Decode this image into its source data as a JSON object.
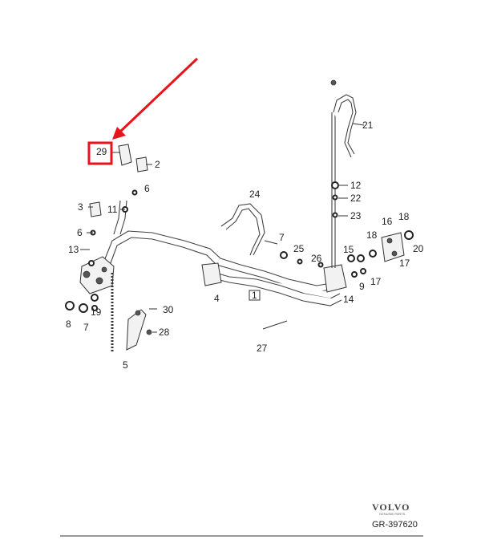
{
  "callouts": {
    "p1": "1",
    "p2": "2",
    "p3": "3",
    "p4": "4",
    "p5": "5",
    "p6a": "6",
    "p6b": "6",
    "p7a": "7",
    "p7b": "7",
    "p8": "8",
    "p9": "9",
    "p11": "11",
    "p12": "12",
    "p13": "13",
    "p14": "14",
    "p15": "15",
    "p16": "16",
    "p17a": "17",
    "p17b": "17",
    "p18a": "18",
    "p18b": "18",
    "p19": "19",
    "p20": "20",
    "p21": "21",
    "p22": "22",
    "p23": "23",
    "p24": "24",
    "p25": "25",
    "p26": "26",
    "p27": "27",
    "p28": "28",
    "p29": "29",
    "p30": "30"
  },
  "highlight": {
    "part": "29",
    "box_color": "#e8131b",
    "arrow_color": "#e8131b"
  },
  "footer": {
    "brand": "VOLVO",
    "brand_sub": "GENUINE PARTS",
    "reference": "GR-397620"
  }
}
